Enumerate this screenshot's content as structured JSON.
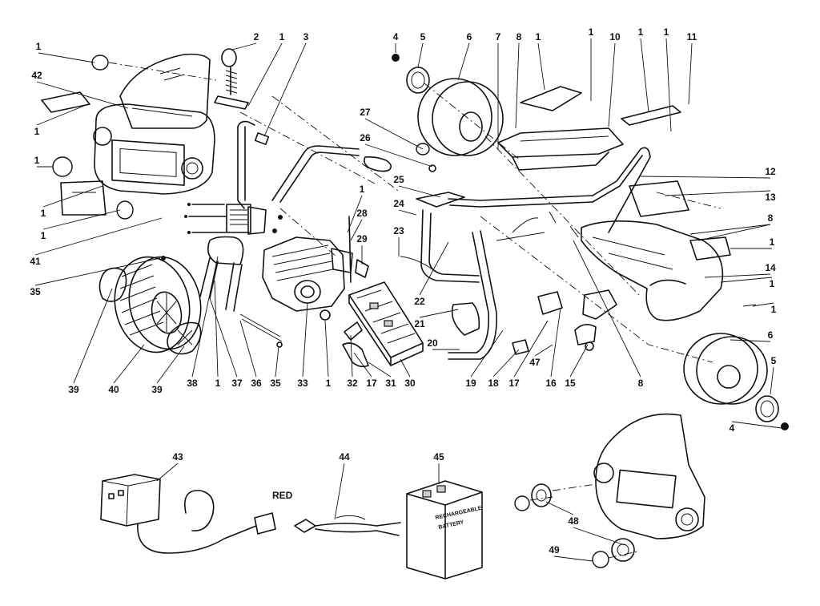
{
  "labels": {
    "c1": "1",
    "c2": "2",
    "c3": "3",
    "c4": "4",
    "c5": "5",
    "c6": "6",
    "c7": "7",
    "c8": "8",
    "c10": "10",
    "c11": "11",
    "c12": "12",
    "c13": "13",
    "c14": "14",
    "c15": "15",
    "c16": "16",
    "c17": "17",
    "c18": "18",
    "c19": "19",
    "c20": "20",
    "c21": "21",
    "c22": "22",
    "c23": "23",
    "c24": "24",
    "c25": "25",
    "c26": "26",
    "c27": "27",
    "c28": "28",
    "c29": "29",
    "c30": "30",
    "c31": "31",
    "c32": "32",
    "c33": "33",
    "c35": "35",
    "c36": "36",
    "c37": "37",
    "c38": "38",
    "c39": "39",
    "c40": "40",
    "c41": "41",
    "c42": "42",
    "c43": "43",
    "c44": "44",
    "c45": "45",
    "c47": "47",
    "c48": "48",
    "c49": "49"
  },
  "texts": {
    "wire_color": "RED",
    "battery_line1": "RECHARGEABLE",
    "battery_line2": "BATTERY"
  }
}
